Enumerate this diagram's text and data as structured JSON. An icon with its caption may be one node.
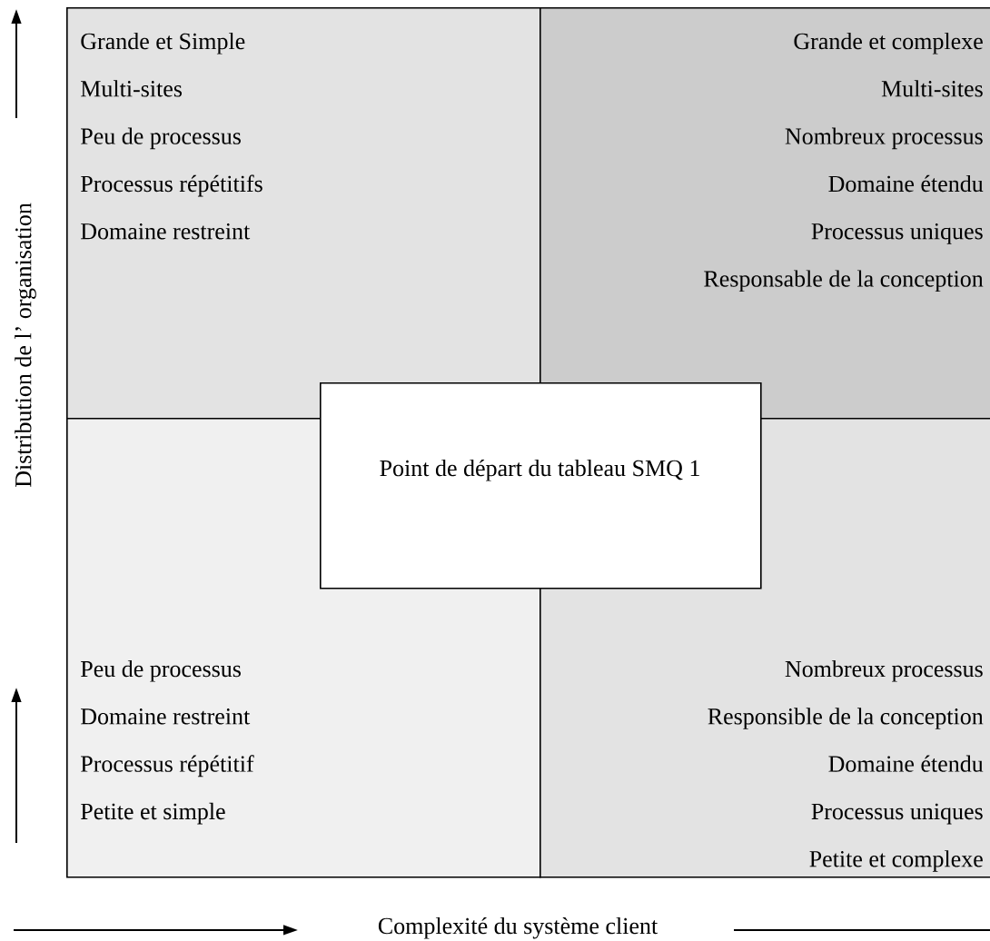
{
  "diagram": {
    "nodes": [
      {
        "text": [
          "Grande et Simple",
          "Multi-sites",
          "Peu de processus",
          "Processus répétitifs",
          "Domaine restreint"
        ]
      },
      {
        "text": [
          "Grande et complexe",
          "Multi-sites",
          "Nombreux processus",
          "Domaine étendu",
          "Processus uniques",
          "Responsable de la conception"
        ]
      },
      {
        "text": [
          "Peu de processus",
          "Domaine restreint",
          "Processus répétitif",
          "Petite et simple"
        ]
      },
      {
        "text": [
          "Nombreux processus",
          "Responsible de la conception",
          "Domaine étendu",
          "Processus uniques",
          "Petite et complexe"
        ]
      },
      {
        "text": [
          "Point de départ du tableau SMQ 1"
        ]
      }
    ],
    "edges": [],
    "labels": [
      "Distribution de l’ organisation",
      "Complexité du système client"
    ]
  }
}
